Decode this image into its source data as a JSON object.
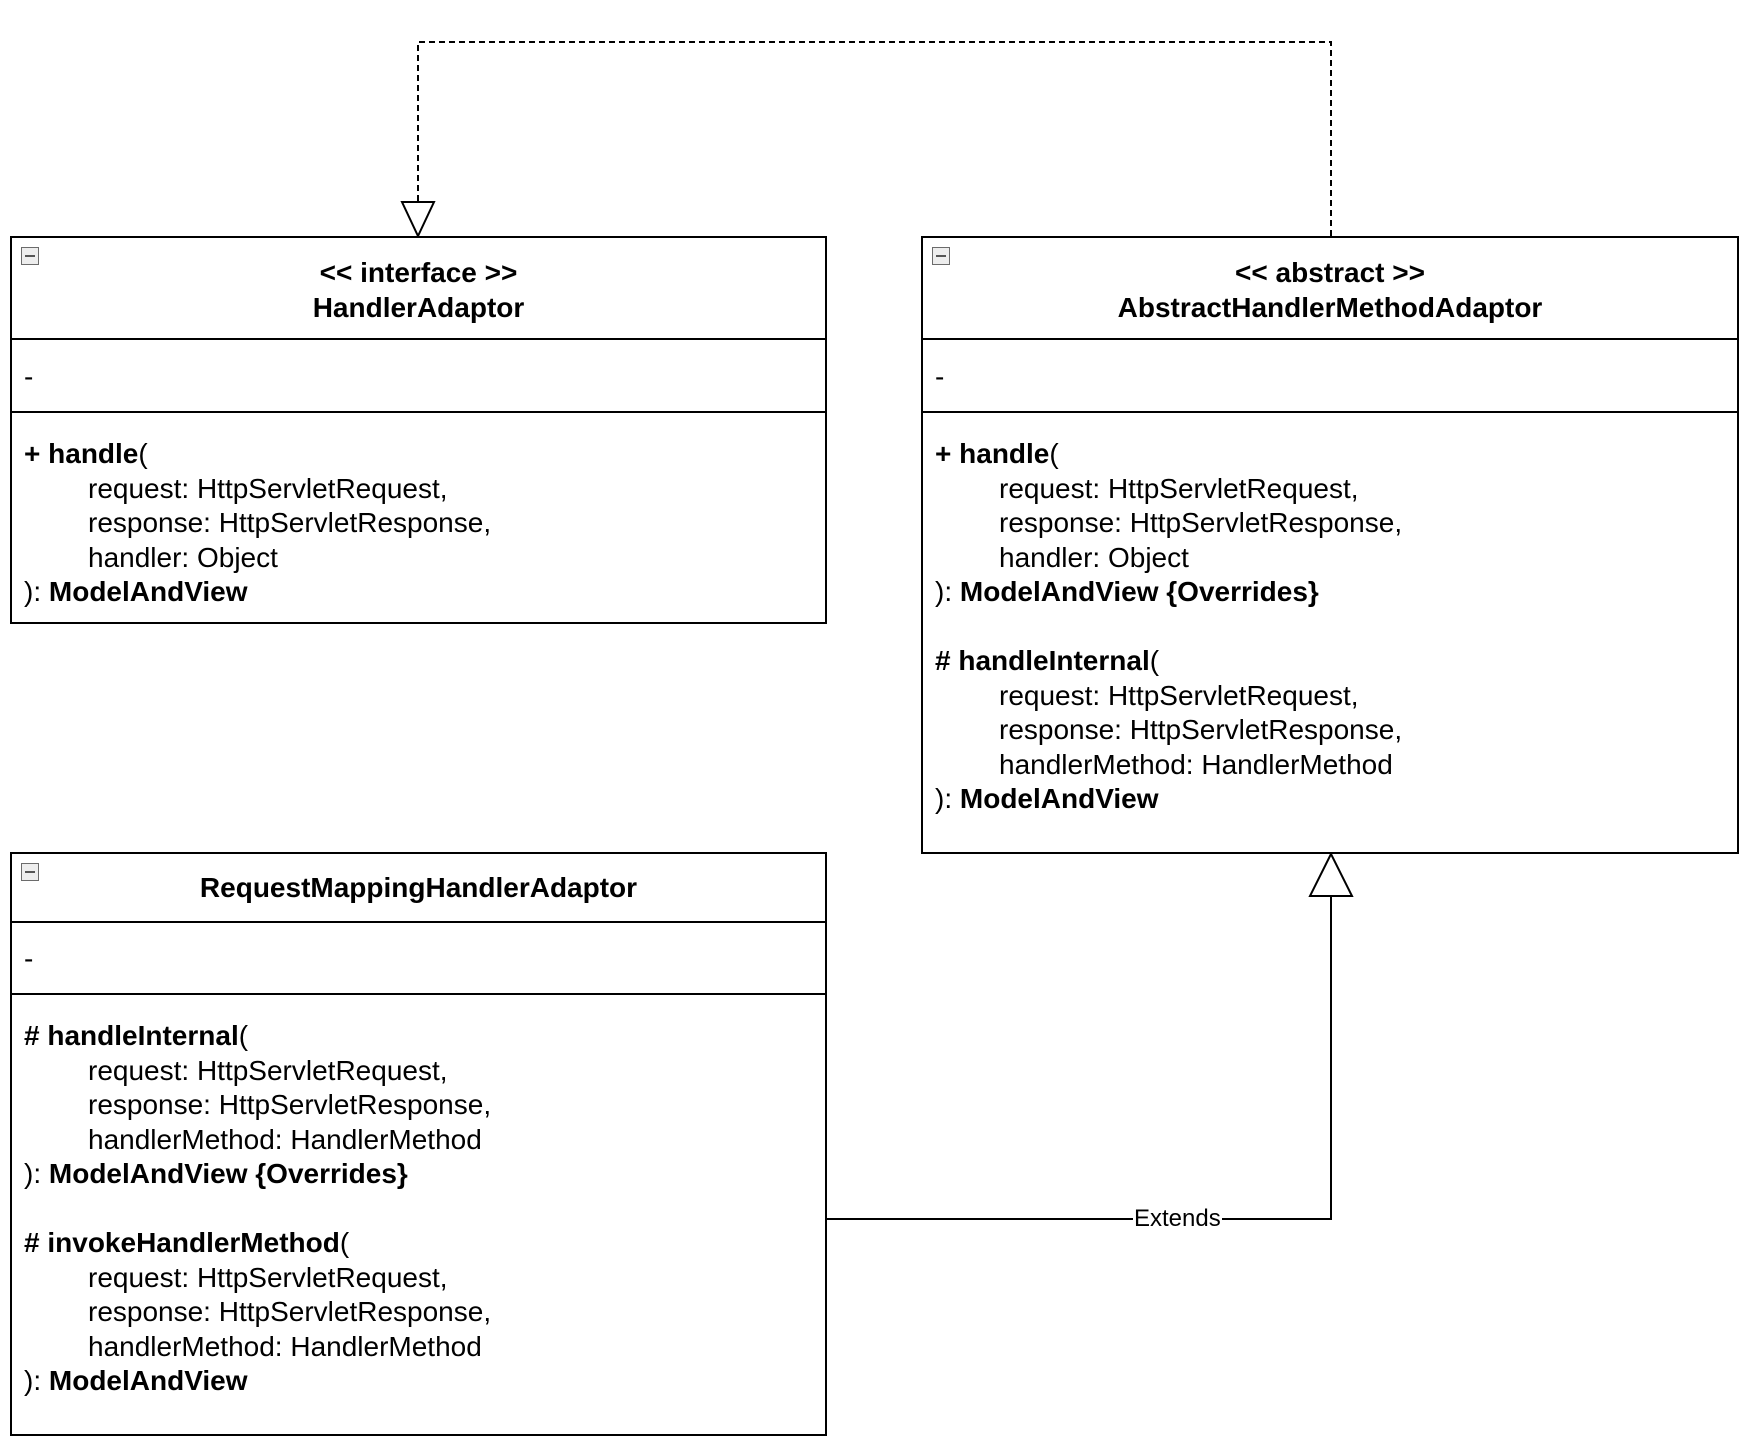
{
  "diagram": {
    "classes": {
      "handler_adaptor": {
        "stereotype": "<< interface >>",
        "name": "HandlerAdaptor",
        "attributes": "-",
        "methods": [
          {
            "visibility": "+",
            "name": "handle",
            "open": "(",
            "params": [
              "request: HttpServletRequest,",
              "response: HttpServletResponse,",
              "handler: Object"
            ],
            "close": "): ",
            "return_type": "ModelAndView"
          }
        ]
      },
      "abstract_handler_method_adaptor": {
        "stereotype": "<< abstract >>",
        "name": "AbstractHandlerMethodAdaptor",
        "attributes": "-",
        "methods": [
          {
            "visibility": "+",
            "name": "handle",
            "open": "(",
            "params": [
              "request: HttpServletRequest,",
              "response: HttpServletResponse,",
              "handler: Object"
            ],
            "close": "): ",
            "return_type": "ModelAndView {Overrides}"
          },
          {
            "visibility": "#",
            "name": "handleInternal",
            "open": "(",
            "params": [
              "request: HttpServletRequest,",
              "response: HttpServletResponse,",
              "handlerMethod: HandlerMethod"
            ],
            "close": "): ",
            "return_type": "ModelAndView"
          }
        ]
      },
      "request_mapping_handler_adaptor": {
        "name": "RequestMappingHandlerAdaptor",
        "attributes": "-",
        "methods": [
          {
            "visibility": "#",
            "name": "handleInternal",
            "open": "(",
            "params": [
              "request: HttpServletRequest,",
              "response: HttpServletResponse,",
              "handlerMethod: HandlerMethod"
            ],
            "close": "): ",
            "return_type": "ModelAndView {Overrides}"
          },
          {
            "visibility": "#",
            "name": "invokeHandlerMethod",
            "open": "(",
            "params": [
              "request: HttpServletRequest,",
              "response: HttpServletResponse,",
              "handlerMethod: HandlerMethod"
            ],
            "close": "): ",
            "return_type": "ModelAndView"
          }
        ]
      }
    },
    "edges": {
      "extends_label": "Extends"
    }
  }
}
